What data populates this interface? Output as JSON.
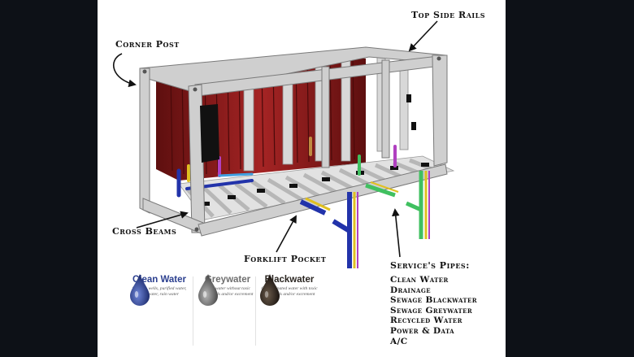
{
  "colors": {
    "background": "#0d1117",
    "panel": "#ffffff",
    "frame": "#c9c9c9",
    "panel_red": "#8e1d1d",
    "clean_water": "#2b3f8f",
    "greywater": "#6e6e6e",
    "blackwater": "#2a2520"
  },
  "labels": {
    "top_side_rails": "Top Side Rails",
    "corner_post": "Corner Post",
    "cross_beams": "Cross Beams",
    "forklift_pocket": "Forklift Pocket",
    "services_pipes": "Service's Pipes:"
  },
  "services": [
    "Clean Water",
    "Drainage",
    "Sewage Blackwater",
    "Sewage Greywater",
    "Recycled Water",
    "Power & Data",
    "A/C"
  ],
  "water_types": [
    {
      "title": "Clean Water",
      "desc": "Springs, wells, purified water, city water, rain water",
      "color": "#2b3f8f",
      "icon": "water-drop-icon"
    },
    {
      "title": "Greywater",
      "desc": "Used water without toxic chemicals and/or excrement",
      "color": "#6e6e6e",
      "icon": "water-drop-icon"
    },
    {
      "title": "Blackwater",
      "desc": "Contaminated water with toxic chemicals and/or excrement",
      "color": "#2a2520",
      "icon": "water-drop-icon"
    }
  ]
}
